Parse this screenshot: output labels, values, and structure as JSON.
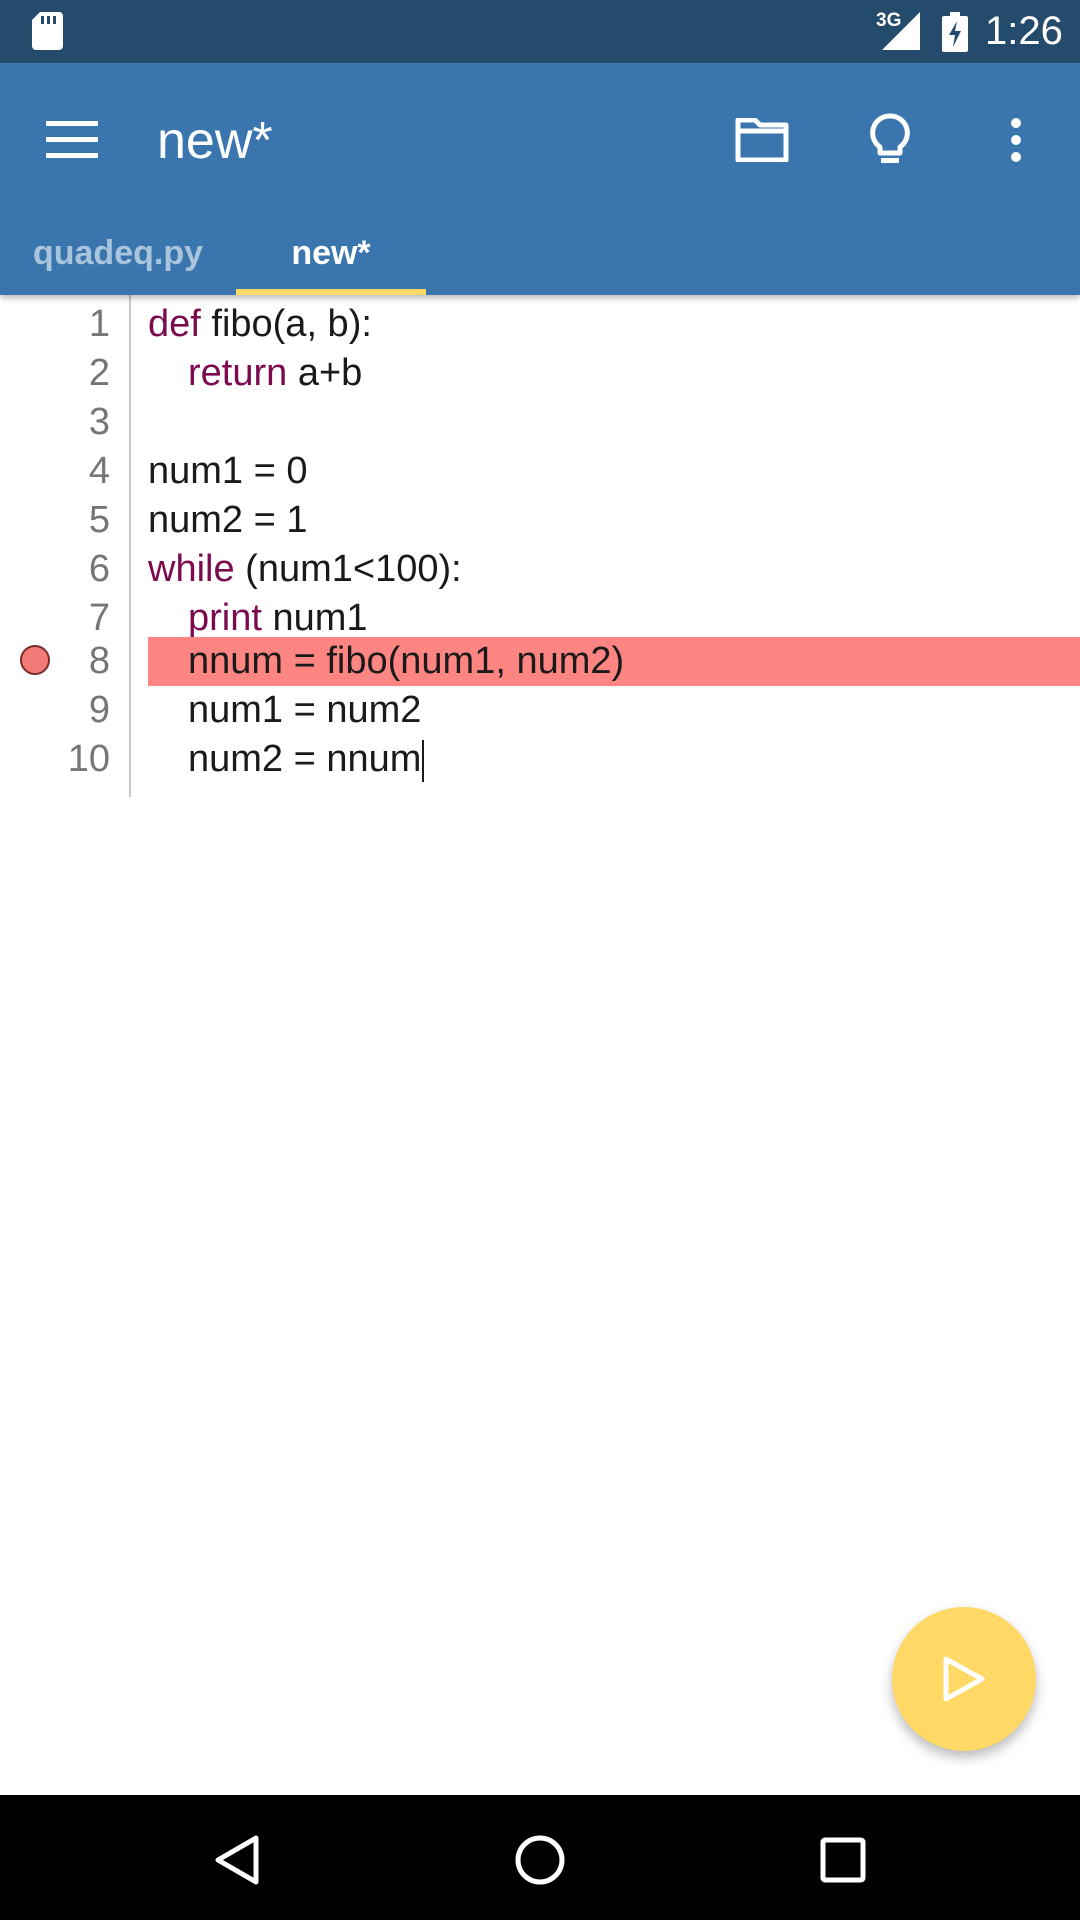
{
  "status_bar": {
    "network": "3G",
    "time": "1:26",
    "icons": [
      "sd-card-icon",
      "signal-icon",
      "battery-charging-icon"
    ]
  },
  "toolbar": {
    "title": "new*",
    "icons": [
      "menu-icon",
      "folder-icon",
      "lightbulb-icon",
      "more-vert-icon"
    ]
  },
  "tabs": [
    {
      "label": "quadeq.py",
      "active": false
    },
    {
      "label": "new*",
      "active": true
    }
  ],
  "editor": {
    "highlight_color": "#ff8582",
    "keyword_color": "#7b0a4f",
    "lines": [
      {
        "number": "1",
        "keyword": "def",
        "text": " fibo(a, b):",
        "indent": false
      },
      {
        "number": "2",
        "keyword": "return",
        "text": " a+b",
        "indent": true
      },
      {
        "number": "3",
        "keyword": "",
        "text": "",
        "indent": false
      },
      {
        "number": "4",
        "keyword": "",
        "text": "num1 = 0",
        "indent": false
      },
      {
        "number": "5",
        "keyword": "",
        "text": "num2 = 1",
        "indent": false
      },
      {
        "number": "6",
        "keyword": "while",
        "text": " (num1<100):",
        "indent": false
      },
      {
        "number": "7",
        "keyword": "print",
        "text": " num1",
        "indent": true
      },
      {
        "number": "8",
        "keyword": "",
        "text": "nnum = fibo(num1, num2)",
        "indent": true,
        "breakpoint": true
      },
      {
        "number": "9",
        "keyword": "",
        "text": "num1 = num2",
        "indent": true
      },
      {
        "number": "10",
        "keyword": "",
        "text": "num2 = nnum",
        "indent": true,
        "cursor": true
      }
    ]
  },
  "fab": {
    "icon": "play-icon",
    "color": "#ffd866"
  },
  "nav_bar": {
    "icons": [
      "back-icon",
      "home-icon",
      "recents-icon"
    ]
  }
}
